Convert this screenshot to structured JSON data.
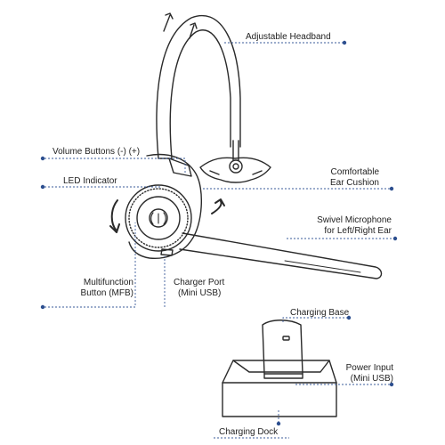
{
  "labels": {
    "adjustable_headband": "Adjustable Headband",
    "volume_buttons": "Volume Buttons (-) (+)",
    "led_indicator": "LED Indicator",
    "comfortable": "Comfortable",
    "ear_cushion": "Ear Cushion",
    "swivel_microphone": "Swivel Microphone",
    "for_left_right_ear": "for Left/Right Ear",
    "multifunction": "Multifunction",
    "button_mfb": "Button (MFB)",
    "charger_port": "Charger Port",
    "mini_usb_1": "(Mini USB)",
    "charging_base": "Charging Base",
    "power_input": "Power Input",
    "mini_usb_2": "(Mini USB)",
    "charging_dock": "Charging Dock"
  },
  "colors": {
    "outline": "#2a2a2a",
    "leader": "#3a5b9a",
    "dot": "#2d4f8f",
    "text": "#222222"
  }
}
